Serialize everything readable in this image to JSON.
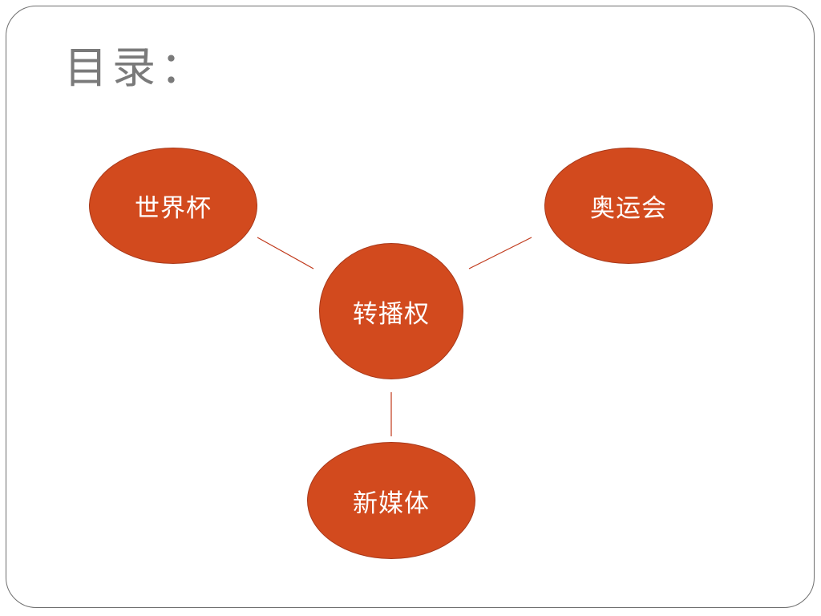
{
  "slide": {
    "title": "目录："
  },
  "diagram": {
    "center": {
      "label": "转播权"
    },
    "nodes": [
      {
        "id": "worldcup",
        "label": "世界杯"
      },
      {
        "id": "olympics",
        "label": "奥运会"
      },
      {
        "id": "newmedia",
        "label": "新媒体"
      }
    ]
  },
  "colors": {
    "node_fill": "#d24a1e",
    "node_border": "#a8391b",
    "connector": "#c0391b",
    "title_text": "#7a7a7a",
    "frame_border": "#6e6e6e"
  }
}
